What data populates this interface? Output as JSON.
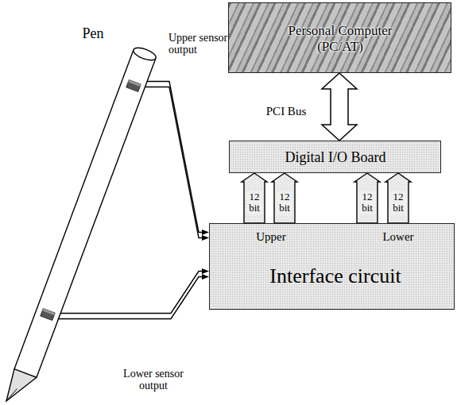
{
  "diagram": {
    "nodes": [
      {
        "text": [
          "Personal Computer (PC/AT)"
        ]
      },
      {
        "text": [
          "Digital I/O Board"
        ]
      },
      {
        "text": [
          "Pen"
        ]
      },
      {
        "text": [
          "Upper",
          "Lower",
          "Interface circuit"
        ]
      }
    ],
    "edges": [
      {
        "from": 0,
        "to": 1,
        "arrow": "both",
        "label": "PCI Bus"
      },
      {
        "from": 3,
        "to": 1,
        "arrow": "to",
        "label": "12 bit"
      },
      {
        "from": 3,
        "to": 1,
        "arrow": "to",
        "label": "12 bit"
      },
      {
        "from": 3,
        "to": 1,
        "arrow": "to",
        "label": "12 bit"
      },
      {
        "from": 3,
        "to": 1,
        "arrow": "to",
        "label": "12 bit"
      },
      {
        "from": 2,
        "to": 3,
        "arrow": "to",
        "label": "Upper sensor output"
      },
      {
        "from": 2,
        "to": 3,
        "arrow": "to",
        "label": "Lower sensor output"
      }
    ]
  }
}
